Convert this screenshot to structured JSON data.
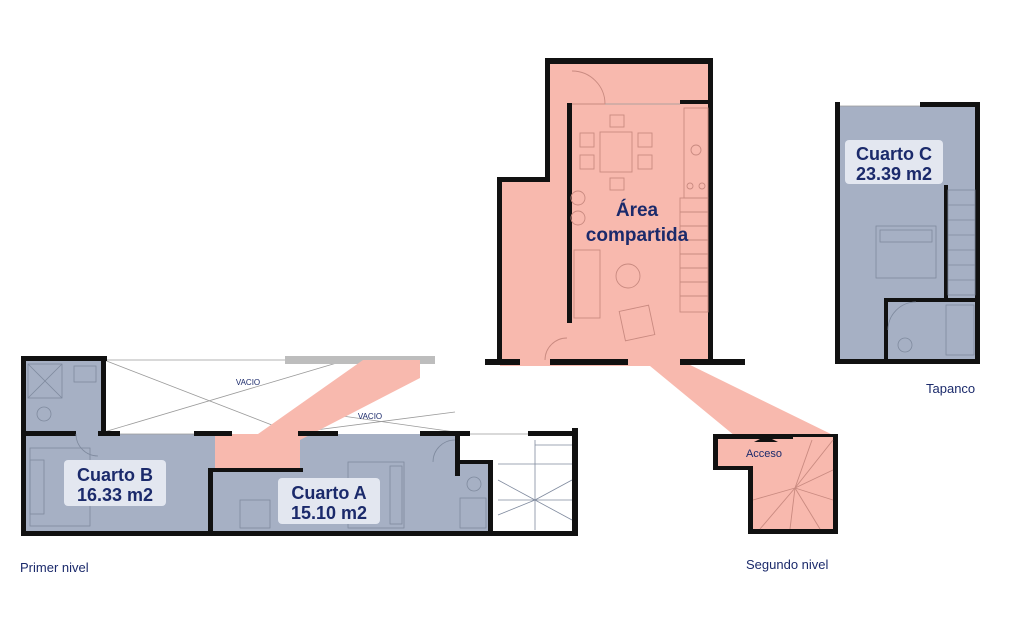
{
  "rooms": {
    "shared": {
      "line1": "Área",
      "line2": "compartida"
    },
    "room_a": {
      "name": "Cuarto A",
      "area": "15.10 m2"
    },
    "room_b": {
      "name": "Cuarto B",
      "area": "16.33 m2"
    },
    "room_c": {
      "name": "Cuarto C",
      "area": "23.39 m2"
    }
  },
  "labels": {
    "access": "Acceso",
    "void": "VACIO",
    "level_first": "Primer nivel",
    "level_second": "Segundo nivel",
    "level_loft": "Tapanco"
  },
  "colors": {
    "shared_area": "#f8b9ae",
    "private_room": "#a6b0c4",
    "wall": "#111111",
    "label_text": "#1b2a6b",
    "label_box": "#e3e7f0"
  }
}
